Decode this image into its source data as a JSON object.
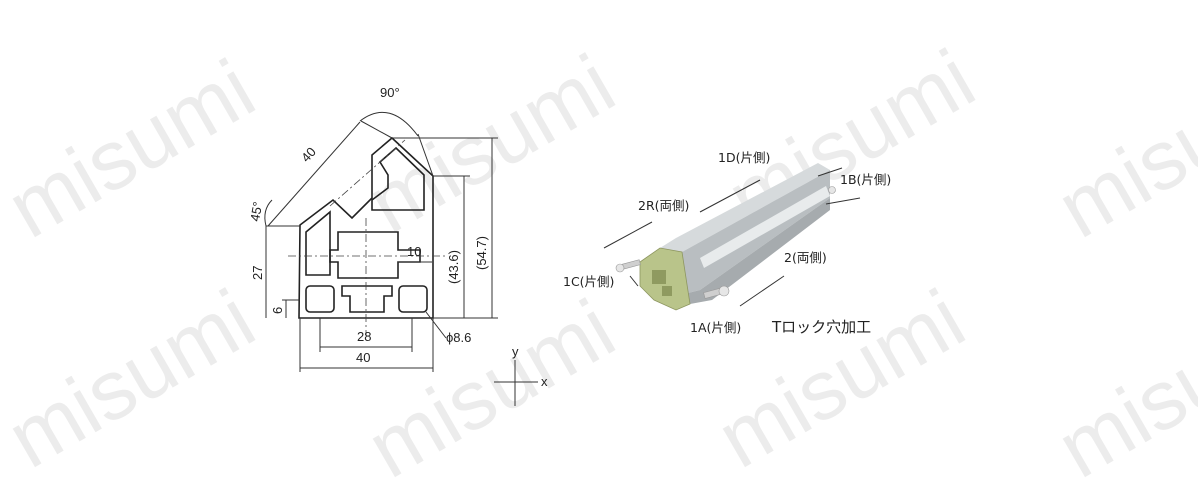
{
  "watermark": "misumi",
  "drawing": {
    "dim_angle_top": "90°",
    "dim_angle_left": "45°",
    "dim_diag": "40",
    "dim_height_27": "27",
    "dim_height_6": "6",
    "dim_height_436": "(43.6)",
    "dim_height_547": "(54.7)",
    "dim_slot_10": "10",
    "dim_width_28": "28",
    "dim_width_40": "40",
    "dim_hole": "ϕ8.6",
    "axis_y": "y",
    "axis_x": "x"
  },
  "product": {
    "label_1d": "1D(片側)",
    "label_1b": "1B(片側)",
    "label_2r": "2R(両側)",
    "label_2": "2(両側)",
    "label_1c": "1C(片側)",
    "label_1a": "1A(片側)",
    "label_tlock": "Tロック穴加工"
  },
  "colors": {
    "watermark": "#ececec",
    "profile_silver": "#c8ccce",
    "profile_dark": "#8f9496",
    "end_face": "#b9c48a"
  }
}
